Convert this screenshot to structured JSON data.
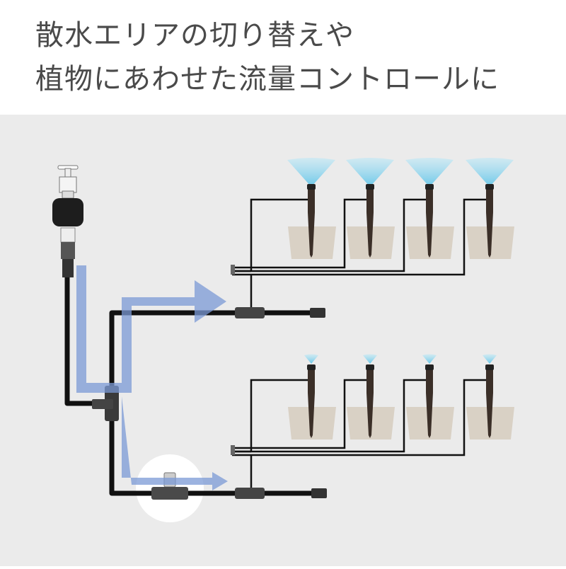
{
  "heading": {
    "line1": "散水エリアの切り替えや",
    "line2": "植物にあわせた流量コントロールに"
  },
  "colors": {
    "background": "#ebebeb",
    "hose": "#111111",
    "flow_arrow": "#7b9ad6",
    "pot": "#d9d1c5",
    "spray": "#8fd3ec"
  },
  "zones": [
    {
      "name": "upper",
      "drippers": 4,
      "spray": "wide"
    },
    {
      "name": "lower",
      "drippers": 4,
      "spray": "narrow"
    }
  ]
}
